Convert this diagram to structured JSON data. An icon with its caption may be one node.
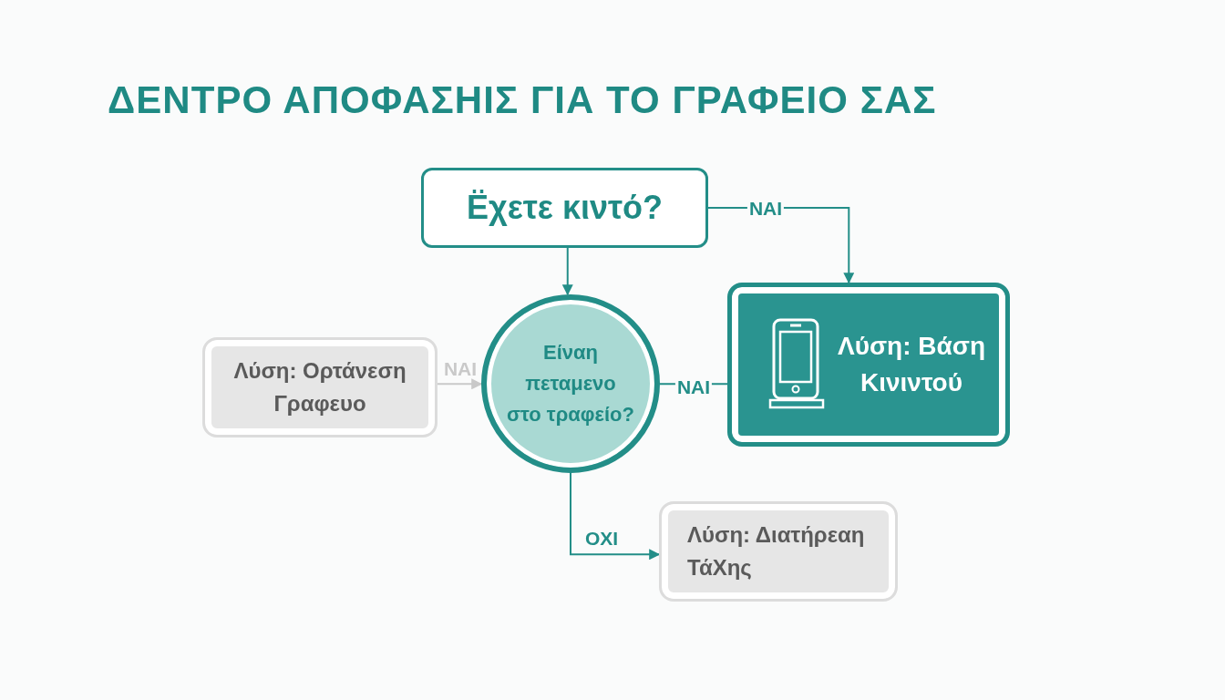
{
  "diagram": {
    "title": "ΔΕΝΤΡΟ ΑΠΟΦΑΣΗΙΣ ΓΙΑ ΤΟ ΓΡΑΦΕΙΟ ΣΑΣ",
    "nodes": [
      {
        "text": [
          "Ëχετε κιντό?"
        ]
      },
      {
        "text": [
          "Είναη πεταμενο στο τραφείο?"
        ]
      },
      {
        "text": [
          "Λύση: Ορτάνεση Γραφευο"
        ]
      },
      {
        "text": [
          "Λύση: Βάση Κινιντού"
        ]
      },
      {
        "text": [
          "Λύση: Διατήρεαη ΤάΧης"
        ]
      }
    ],
    "edges": [
      {
        "from": 0,
        "to": 1,
        "arrow": "to"
      },
      {
        "from": 0,
        "to": 3,
        "arrow": "to",
        "label": "NAI"
      },
      {
        "from": 2,
        "to": 1,
        "arrow": "to",
        "label": "NAI",
        "color": "#c9c9c9"
      },
      {
        "from": 1,
        "to": 3,
        "arrow": "none",
        "label": "NAI"
      },
      {
        "from": 1,
        "to": 4,
        "arrow": "to",
        "label": "OXI"
      }
    ]
  }
}
